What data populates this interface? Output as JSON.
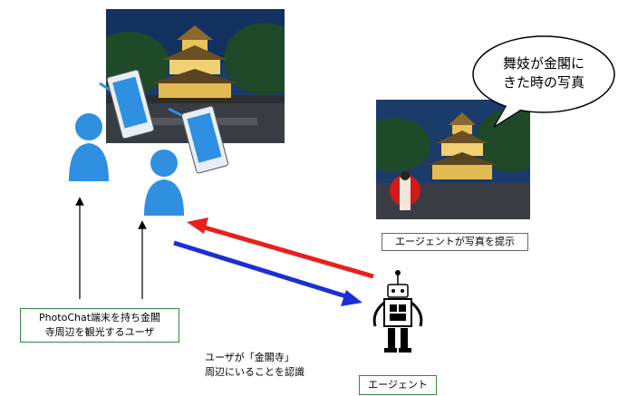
{
  "labels": {
    "user_caption": "PhotoChat端末を持ち金閣\n寺周辺を観光するユーザ",
    "recognition_caption": "ユーザが「金閣寺」\n周辺にいることを認識",
    "agent_present_caption": "エージェントが写真を提示",
    "agent_label": "エージェント",
    "speech_bubble": "舞妓が金閣に\nきた時の写真"
  },
  "colors": {
    "arrow_red": "#e8201a",
    "arrow_blue": "#1a2fd6",
    "user_blue": "#2f8fe0",
    "green_border": "#2e8b3a"
  }
}
